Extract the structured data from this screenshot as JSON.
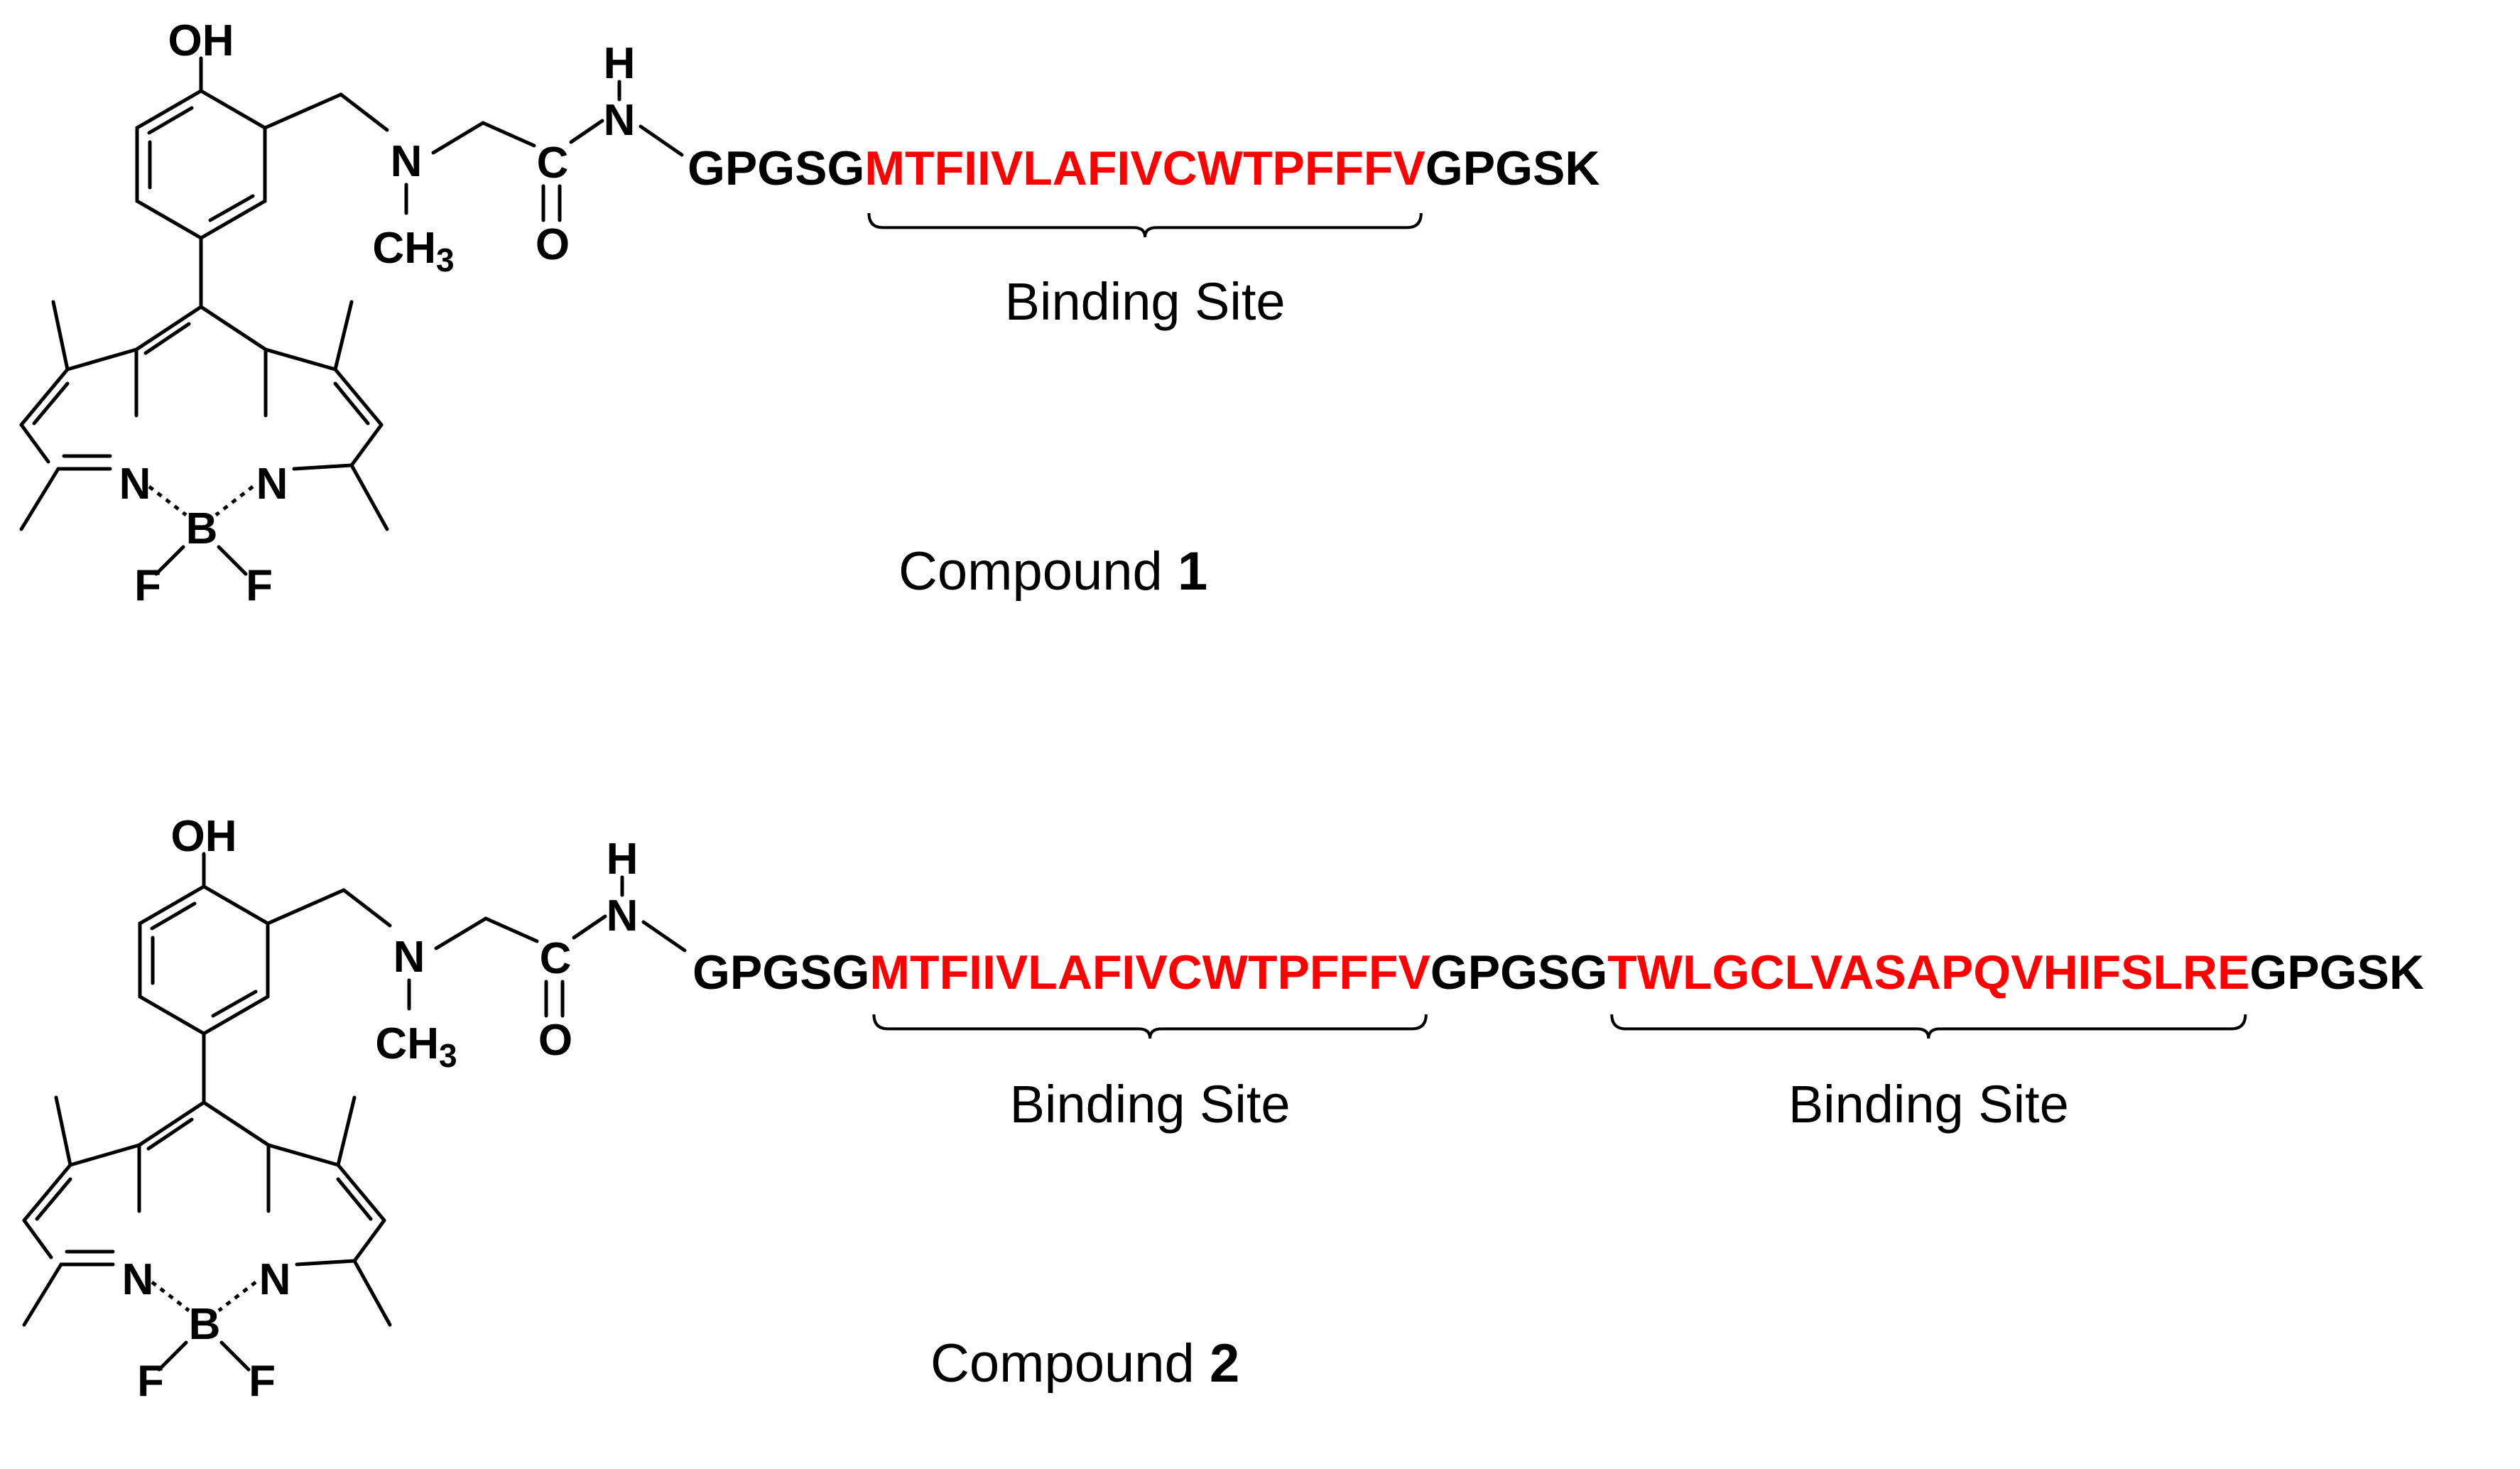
{
  "colors": {
    "linker": "#000000",
    "binding_site": "#ff0000"
  },
  "structure_atoms": {
    "hydroxyl": "OH",
    "amine_n": "N",
    "methyl": "CH",
    "methyl_sub": "3",
    "amide_h": "H",
    "amide_n": "N",
    "carbonyl_c": "C",
    "carbonyl_o": "O",
    "pyrrole_n_left": "N",
    "pyrrole_n_right": "N",
    "boron": "B",
    "fluorine_left": "F",
    "fluorine_right": "F"
  },
  "compounds": [
    {
      "label": "Compound",
      "number": "1",
      "sequence": [
        {
          "text": "GPGSG",
          "type": "linker"
        },
        {
          "text": "MTFIIVLAFIVCWTPFFFV",
          "type": "binding_site"
        },
        {
          "text": "GPGSK",
          "type": "linker"
        }
      ],
      "binding_sites": [
        {
          "label": "Binding Site"
        }
      ]
    },
    {
      "label": "Compound",
      "number": "2",
      "sequence": [
        {
          "text": "GPGSG",
          "type": "linker"
        },
        {
          "text": "MTFIIVLAFIVCWTPFFFV",
          "type": "binding_site"
        },
        {
          "text": "GPGSG",
          "type": "linker"
        },
        {
          "text": "TWLGCLVASAPQVHIFSLRE",
          "type": "binding_site"
        },
        {
          "text": "GPGSK",
          "type": "linker"
        }
      ],
      "binding_sites": [
        {
          "label": "Binding Site"
        },
        {
          "label": "Binding Site"
        }
      ]
    }
  ]
}
